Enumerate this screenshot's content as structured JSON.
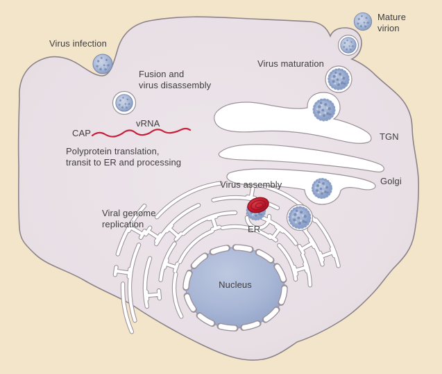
{
  "diagram": {
    "type": "virus-replication-cycle-in-cell",
    "labels": {
      "virus_infection": "Virus infection",
      "fusion_line1": "Fusion and",
      "fusion_line2": "virus disassembly",
      "cap": "CAP",
      "vrna": "vRNA",
      "polyprotein_line1": "Polyprotein translation,",
      "polyprotein_line2": "transit to ER and processing",
      "viral_genome_line1": "Viral genome",
      "viral_genome_line2": "replication",
      "virus_assembly": "Virus assembly",
      "er": "ER",
      "nucleus": "Nucleus",
      "virus_maturation": "Virus maturation",
      "tgn": "TGN",
      "golgi": "Golgi",
      "mature_virion_line1": "Mature",
      "mature_virion_line2": "virion"
    },
    "colors": {
      "background": "#f3e5ca",
      "cytoplasm": "#e8dfe5",
      "membrane": "#8b8289",
      "organelle_outline": "#9a9199",
      "organelle_white": "#ffffff",
      "nucleus_blue": "#a9b7d6",
      "virion_blue": "#9db0d2",
      "rna_red": "#c5203a",
      "text": "#3e3c3d"
    }
  }
}
